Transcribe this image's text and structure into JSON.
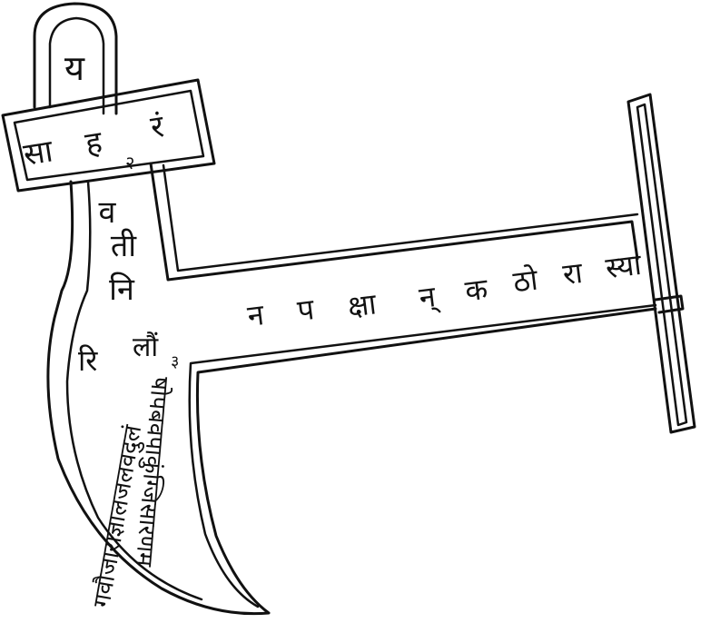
{
  "diagram": {
    "handle_top": "य",
    "crossguard": [
      "सा",
      "ह",
      "रं"
    ],
    "crossguard_number": "२",
    "grip": [
      "व",
      "ती",
      "नि"
    ],
    "blade_inner_left": "रि",
    "blade_inner_right": "लौं",
    "blade_number": "३",
    "blade_row_left": "गवौजाराज्ञालजलवदुलं",
    "blade_row_right": "षोपबवपाकुंग्जिसारणम",
    "arm": [
      "न",
      "प",
      "क्षा",
      "न्",
      "क",
      "ठो",
      "रा",
      "स्या"
    ],
    "ink_color": "#111111",
    "paper_color": "#ffffff"
  }
}
